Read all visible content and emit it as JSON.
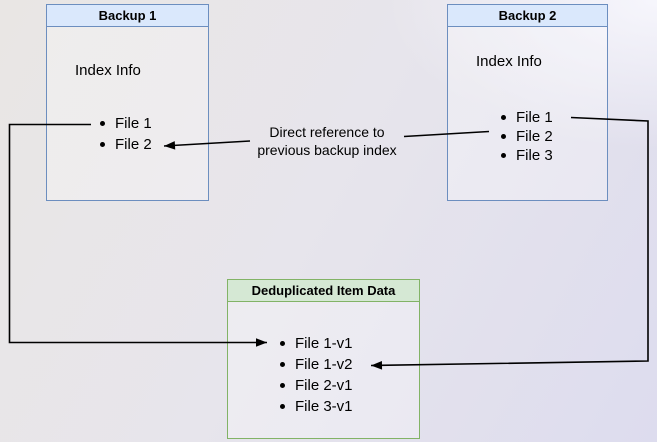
{
  "colors": {
    "page_bg_top_left": "#e8e5e4",
    "page_bg_bottom_right": "#dddcee",
    "blue_node_header_fill": "#dae8fc",
    "blue_node_border": "#6c8ebf",
    "green_node_header_fill": "#d5e8d4",
    "green_node_border": "#82b366",
    "connector": "#000000",
    "text": "#000000"
  },
  "backup1": {
    "title": "Backup 1",
    "section_label": "Index Info",
    "files": [
      "File 1",
      "File 2"
    ]
  },
  "backup2": {
    "title": "Backup 2",
    "section_label": "Index Info",
    "files": [
      "File 1",
      "File 2",
      "File 3"
    ]
  },
  "dedup": {
    "title": "Deduplicated Item Data",
    "items": [
      "File 1-v1",
      "File 1-v2",
      "File 2-v1",
      "File 3-v1"
    ]
  },
  "annotation": {
    "line1": "Direct reference to",
    "line2": "previous backup index"
  }
}
